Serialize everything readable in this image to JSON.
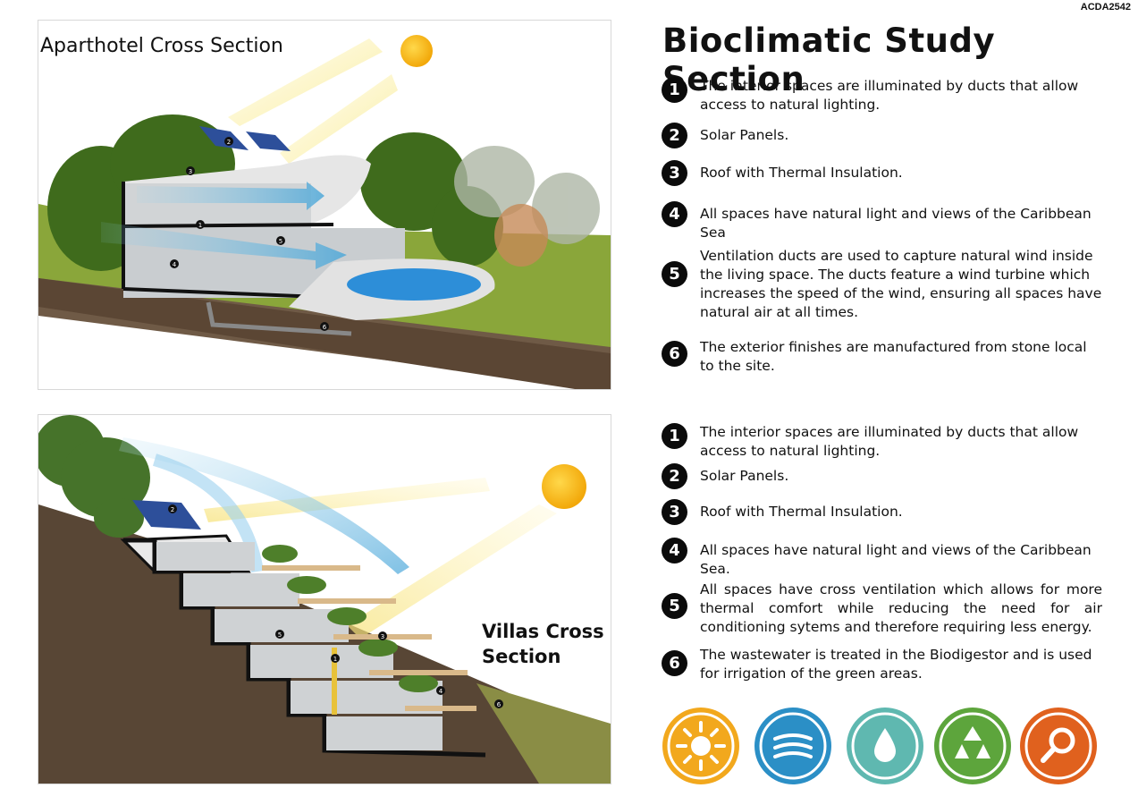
{
  "sheet_code": "ACDA2542",
  "main_title": "Bioclimatic Study Section",
  "aparthotel": {
    "title": "Aparthotel Cross Section",
    "markers": [
      "1",
      "2",
      "3",
      "4",
      "5",
      "6"
    ],
    "items": [
      {
        "num": "1",
        "text": "The interior spaces are illuminated by ducts that allow access to natural lighting."
      },
      {
        "num": "2",
        "text": "Solar Panels."
      },
      {
        "num": "3",
        "text": "Roof with Thermal Insulation."
      },
      {
        "num": "4",
        "text": "All spaces have natural light and views of the Caribbean Sea"
      },
      {
        "num": "5",
        "text": "Ventilation ducts are used to capture natural wind inside the living space. The ducts feature a wind turbine which increases the speed of the wind, ensuring all spaces have natural air at all times."
      },
      {
        "num": "6",
        "text": "The exterior finishes are manufactured from stone local to the site."
      }
    ]
  },
  "villas": {
    "title_line1": "Villas Cross",
    "title_line2": "Section",
    "markers": [
      "1",
      "2",
      "3",
      "4",
      "5",
      "6"
    ],
    "items": [
      {
        "num": "1",
        "text": "The interior spaces are illuminated by ducts that allow access to natural lighting."
      },
      {
        "num": "2",
        "text": "Solar Panels."
      },
      {
        "num": "3",
        "text": "Roof with Thermal Insulation."
      },
      {
        "num": "4",
        "text": "All spaces have natural light and views of the Caribbean Sea."
      },
      {
        "num": "5",
        "text": "All spaces have cross ventilation which allows for more thermal comfort while reducing the need for air conditioning sytems and therefore requiring less energy."
      },
      {
        "num": "6",
        "text": "The wastewater is treated in the Biodigestor and is used for irrigation of the green areas."
      }
    ]
  },
  "badges": [
    {
      "icon": "sun-icon",
      "color": "#f2a81d"
    },
    {
      "icon": "wind-icon",
      "color": "#2b8fc6"
    },
    {
      "icon": "water-drop-icon",
      "color": "#5fb8b0"
    },
    {
      "icon": "recycle-icon",
      "color": "#5da53c"
    },
    {
      "icon": "search-icon",
      "color": "#e0611e"
    }
  ]
}
